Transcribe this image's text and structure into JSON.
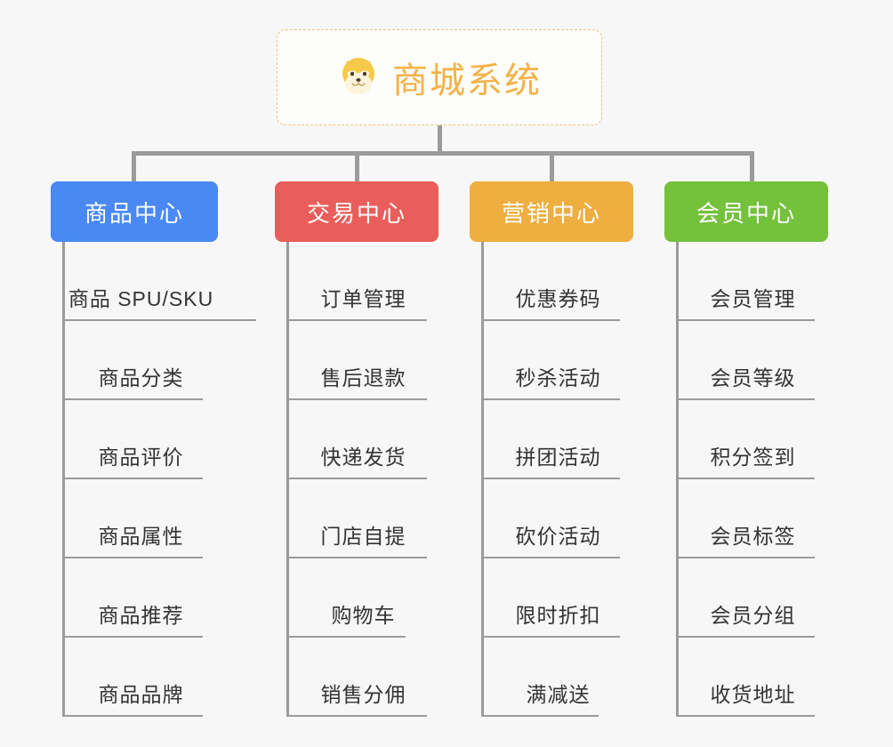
{
  "diagram": {
    "type": "mindmap-org-chart",
    "background_color": "#f7f7f7",
    "root": {
      "title": "商城系统",
      "icon": "shiba-inu-dog-emoji",
      "text_color": "#f3b247",
      "border_color": "#ecc27a",
      "border_style": "dashed"
    },
    "connector_color": "#9b9b9b",
    "branches": [
      {
        "label": "商品中心",
        "color": "#4a89f3",
        "items": [
          "商品 SPU/SKU",
          "商品分类",
          "商品评价",
          "商品属性",
          "商品推荐",
          "商品品牌"
        ]
      },
      {
        "label": "交易中心",
        "color": "#e95e5a",
        "items": [
          "订单管理",
          "售后退款",
          "快递发货",
          "门店自提",
          "购物车",
          "销售分佣"
        ]
      },
      {
        "label": "营销中心",
        "color": "#eeae40",
        "items": [
          "优惠券码",
          "秒杀活动",
          "拼团活动",
          "砍价活动",
          "限时折扣",
          "满减送"
        ]
      },
      {
        "label": "会员中心",
        "color": "#74c13c",
        "items": [
          "会员管理",
          "会员等级",
          "积分签到",
          "会员标签",
          "会员分组",
          "收货地址"
        ]
      }
    ]
  }
}
